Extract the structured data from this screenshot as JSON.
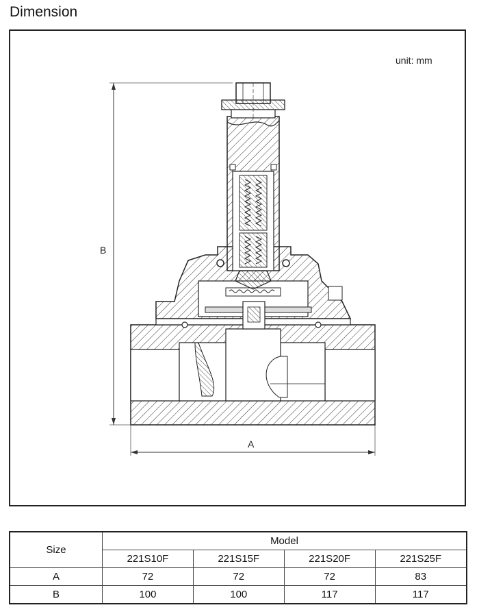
{
  "title": "Dimension",
  "drawing": {
    "unit_label": "unit: mm",
    "dim_a_label": "A",
    "dim_b_label": "B"
  },
  "table": {
    "size_header": "Size",
    "model_header": "Model",
    "models": [
      "221S10F",
      "221S15F",
      "221S20F",
      "221S25F"
    ],
    "rows": [
      {
        "label": "A",
        "values": [
          "72",
          "72",
          "72",
          "83"
        ]
      },
      {
        "label": "B",
        "values": [
          "100",
          "100",
          "117",
          "117"
        ]
      }
    ]
  }
}
